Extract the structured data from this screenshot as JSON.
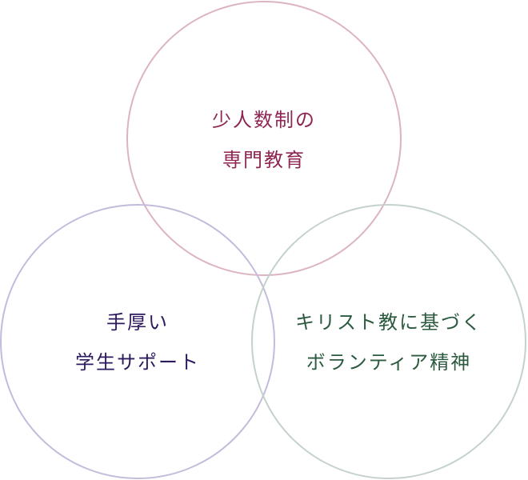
{
  "diagram": {
    "circles": [
      {
        "id": "top",
        "lines": [
          "少人数制の",
          "専門教育"
        ],
        "stroke": "#dcb3c2",
        "text_color": "#8e2552"
      },
      {
        "id": "left",
        "lines": [
          "手厚い",
          "学生サポート"
        ],
        "stroke": "#c2bcdc",
        "text_color": "#2d1a5e"
      },
      {
        "id": "right",
        "lines": [
          "キリスト教に基づく",
          "ボランティア精神"
        ],
        "stroke": "#c4d2ca",
        "text_color": "#2b5a3f"
      }
    ]
  }
}
